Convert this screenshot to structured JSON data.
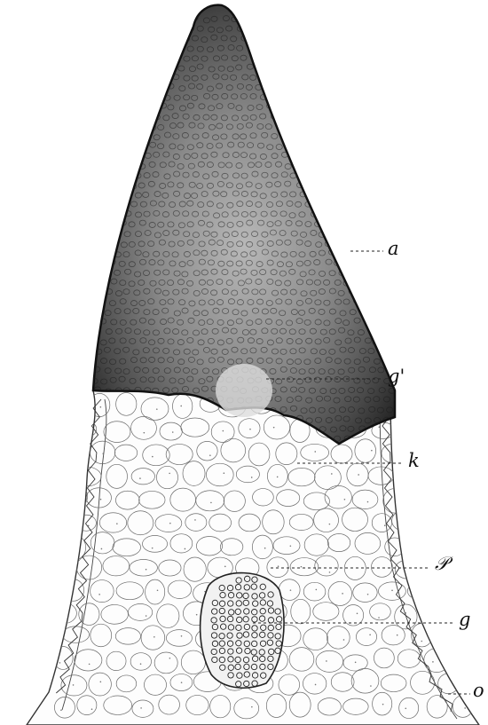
{
  "figure": {
    "labels": {
      "a": "a",
      "g_prime": "g'",
      "k": "k",
      "p": "𝒫",
      "g": "g",
      "o": "o"
    },
    "colors": {
      "background": "#ffffff",
      "ink": "#1a1a1a",
      "apex_dark": "#2a2a2a",
      "apex_mid": "#6e6e6e",
      "apex_light": "#b8b8b8",
      "cells": "#555555"
    }
  }
}
